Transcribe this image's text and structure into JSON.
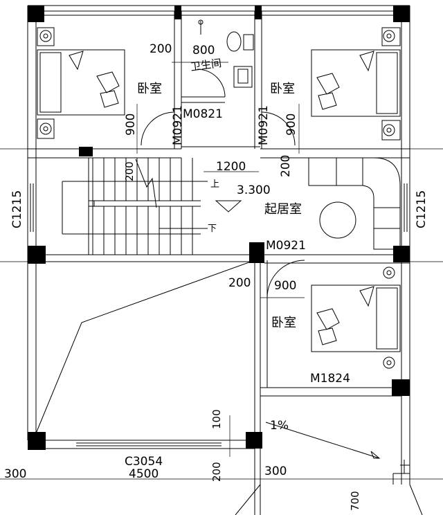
{
  "rooms": {
    "bedroom_top_left": "卧室",
    "bedroom_top_right": "卧室",
    "bathroom": "卫生间",
    "living_room": "起居室",
    "bedroom_mid_right": "卧室"
  },
  "openings": {
    "door_bath": "M0821",
    "door_left": "M0921",
    "door_right": "M0921",
    "door_living": "M0921",
    "door_balcony": "M1824",
    "window_left": "C1215",
    "window_right": "C1215",
    "window_bottom": "C3054"
  },
  "dimensions": {
    "d200_bath": "200",
    "d800_bath": "800",
    "d900_left": "900",
    "d900_right": "900",
    "d200_stair": "200",
    "d1200": "1200",
    "d200_living": "200",
    "d200_mid": "200",
    "d900_mid": "900",
    "d100": "100",
    "d4500": "4500",
    "d300_left": "300",
    "d300_right": "300",
    "d200_bottom": "200",
    "d700_bottom": "700"
  },
  "annotations": {
    "elevation": "3.300",
    "stair_up": "上",
    "stair_down": "下",
    "slope": "1%"
  }
}
